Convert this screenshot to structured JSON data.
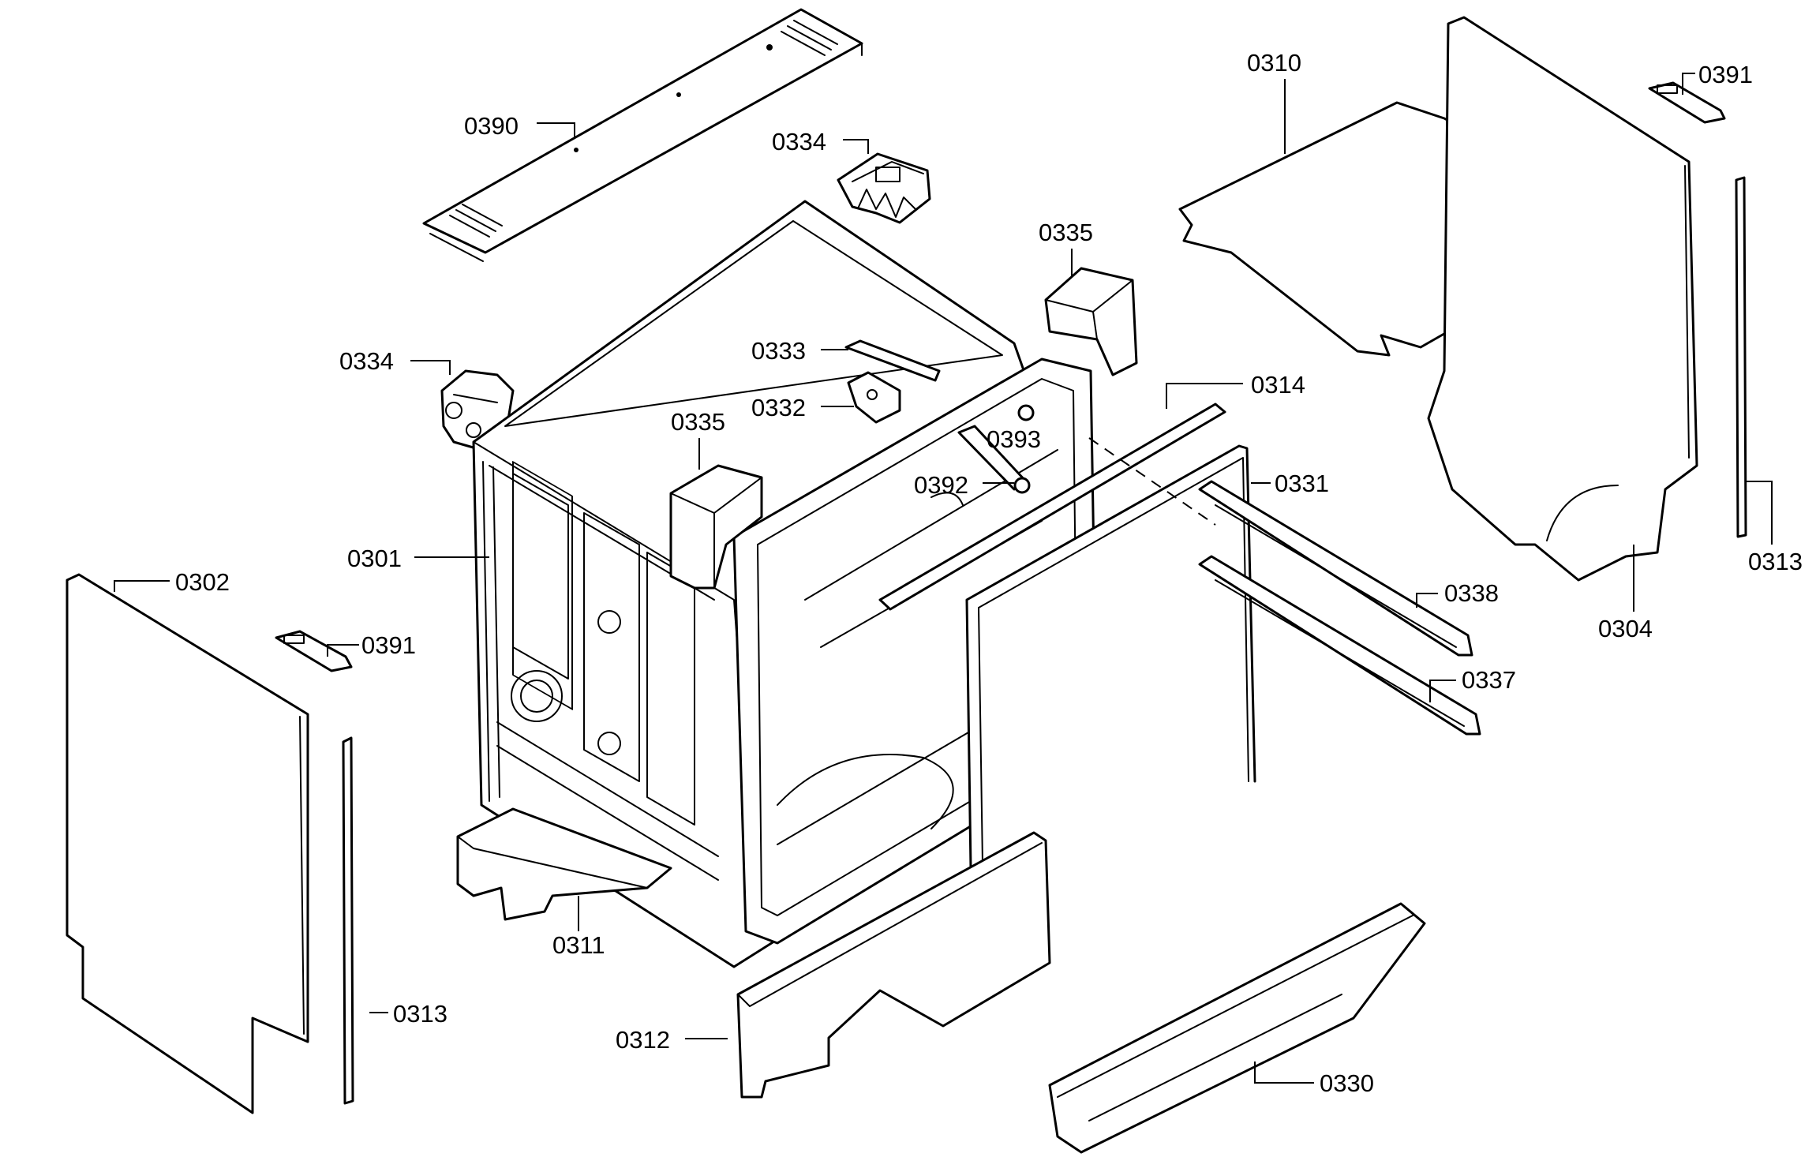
{
  "callouts": {
    "c0390": "0390",
    "c0334a": "0334",
    "c0334b": "0334",
    "c0335a": "0335",
    "c0335b": "0335",
    "c0333": "0333",
    "c0332": "0332",
    "c0393": "0393",
    "c0392": "0392",
    "c0314": "0314",
    "c0331": "0331",
    "c0310": "0310",
    "c0391a": "0391",
    "c0391b": "0391",
    "c0313a": "0313",
    "c0313b": "0313",
    "c0304": "0304",
    "c0338": "0338",
    "c0337": "0337",
    "c0302": "0302",
    "c0301": "0301",
    "c0311": "0311",
    "c0312": "0312",
    "c0330": "0330"
  }
}
